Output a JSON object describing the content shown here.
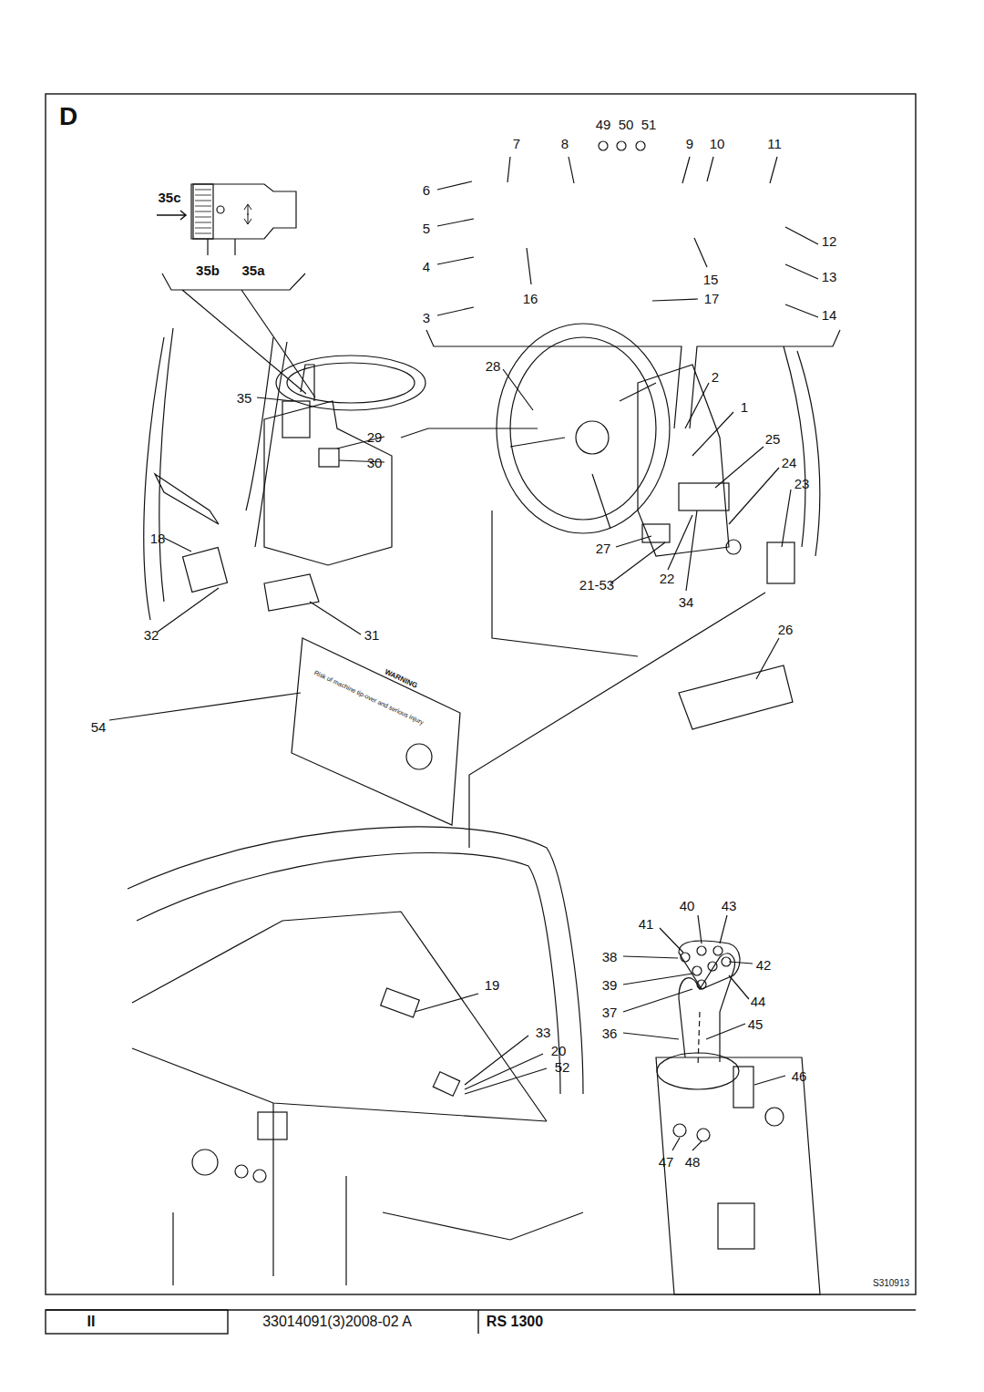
{
  "diagram": {
    "labels": [
      "D",
      "49",
      "50",
      "51",
      "7",
      "8",
      "9",
      "10",
      "11",
      "35c",
      "6",
      "5",
      "12",
      "4",
      "35b",
      "35a",
      "15",
      "13",
      "16",
      "17",
      "3",
      "14",
      "28",
      "2",
      "35",
      "1",
      "29",
      "25",
      "30",
      "24",
      "23",
      "18",
      "27",
      "21-53",
      "22",
      "34",
      "26",
      "32",
      "31",
      "54",
      "WARNING",
      "Risk of machine tip-over and serious injury",
      "40",
      "43",
      "41",
      "38",
      "42",
      "39",
      "19",
      "44",
      "37",
      "33",
      "36",
      "45",
      "20",
      "52",
      "46",
      "47",
      "48",
      "S310913",
      "II",
      "33014091(3)2008-02 A",
      "RS 1300"
    ]
  }
}
